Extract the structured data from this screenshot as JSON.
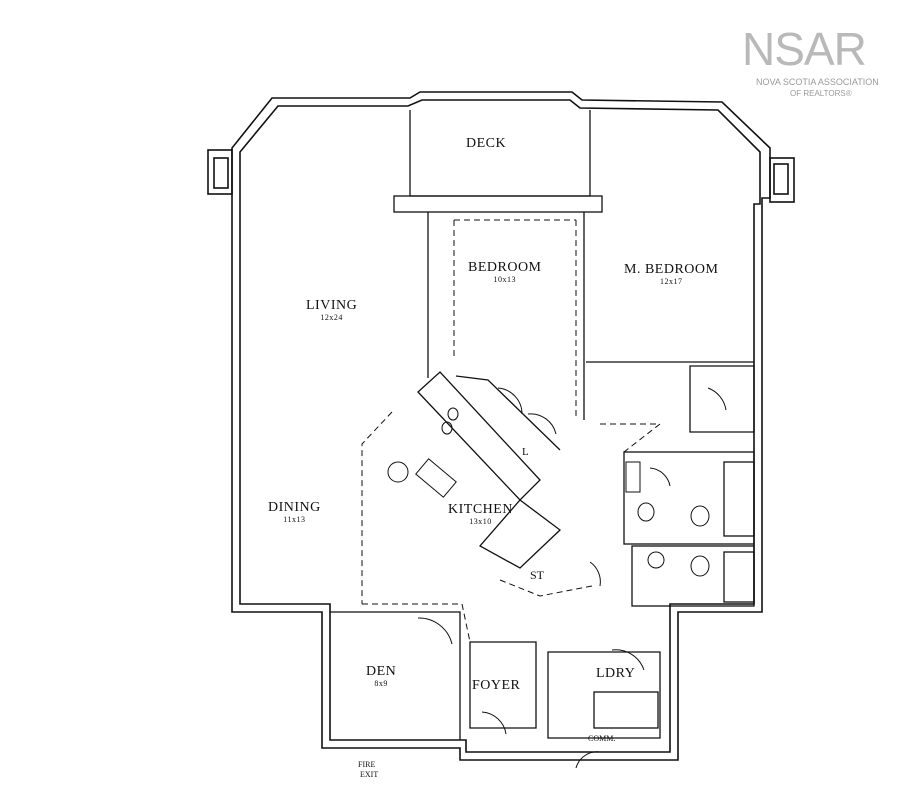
{
  "logo": {
    "wordmark": "NSAR",
    "line1": "NOVA SCOTIA ASSOCIATION",
    "line2": "OF REALTORS®"
  },
  "rooms": {
    "deck": {
      "name": "DECK",
      "size": ""
    },
    "bedroom": {
      "name": "BEDROOM",
      "size": "10x13"
    },
    "master_bedroom": {
      "name": "M. BEDROOM",
      "size": "12x17"
    },
    "living": {
      "name": "LIVING",
      "size": "12x24"
    },
    "dining": {
      "name": "DINING",
      "size": "11x13"
    },
    "kitchen": {
      "name": "KITCHEN",
      "size": "13x10"
    },
    "den": {
      "name": "DEN",
      "size": "8x9"
    },
    "foyer": {
      "name": "FOYER",
      "size": ""
    },
    "laundry": {
      "name": "LDRY",
      "size": ""
    }
  },
  "labels": {
    "storage": "ST",
    "linen": "L",
    "comm": "COMM.",
    "fire_exit_1": "FIRE",
    "fire_exit_2": "EXIT"
  },
  "colors": {
    "ink": "#111111",
    "logo_gray": "#b9b9b9"
  }
}
